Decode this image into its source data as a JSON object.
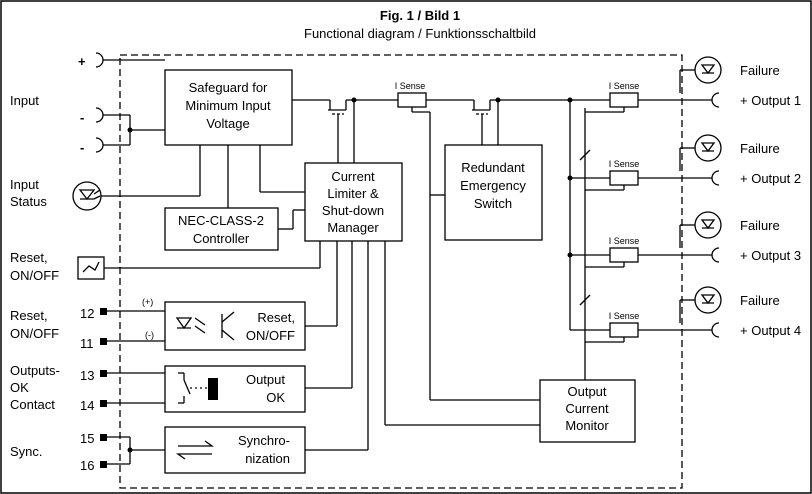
{
  "title": {
    "line1": "Fig. 1 / Bild 1",
    "line2": "Functional diagram / Funktionsschaltbild"
  },
  "left_labels": {
    "input": "Input",
    "input_status": [
      "Input",
      "Status"
    ],
    "reset_onoff_1": [
      "Reset,",
      "ON/OFF"
    ],
    "reset_onoff_2": [
      "Reset,",
      "ON/OFF"
    ],
    "outputs_ok": [
      "Outputs-",
      "OK",
      "Contact"
    ],
    "sync": "Sync."
  },
  "terminals": {
    "plus": "+",
    "minus1": "-",
    "minus2": "-",
    "t12": "12",
    "t11": "11",
    "t13": "13",
    "t14": "14",
    "t15": "15",
    "t16": "16",
    "pos": "(+)",
    "neg": "(-)"
  },
  "blocks": {
    "safeguard": [
      "Safeguard for",
      "Minimum Input",
      "Voltage"
    ],
    "current_limiter": [
      "Current",
      "Limiter &",
      "Shut-down",
      "Manager"
    ],
    "nec": [
      "NEC-CLASS-2",
      "Controller"
    ],
    "redundant": [
      "Redundant",
      "Emergency",
      "Switch"
    ],
    "reset_block": [
      "Reset,",
      "ON/OFF"
    ],
    "output_ok": [
      "Output",
      "OK"
    ],
    "synchronization": [
      "Synchro-",
      "nization"
    ],
    "output_monitor": [
      "Output",
      "Current",
      "Monitor"
    ]
  },
  "sense_label": "I Sense",
  "outputs": [
    {
      "failure": "Failure",
      "output": "+ Output 1"
    },
    {
      "failure": "Failure",
      "output": "+ Output 2"
    },
    {
      "failure": "Failure",
      "output": "+ Output 3"
    },
    {
      "failure": "Failure",
      "output": "+ Output 4"
    }
  ]
}
